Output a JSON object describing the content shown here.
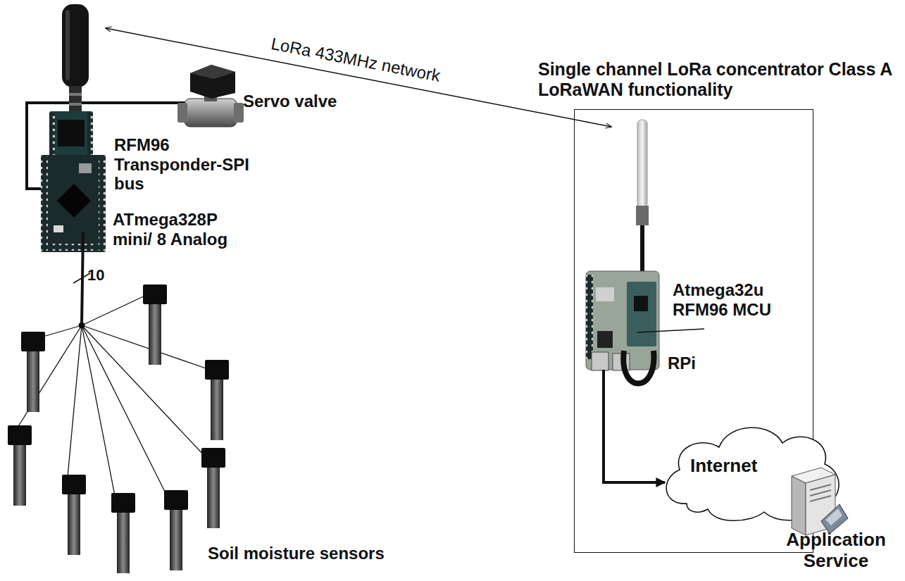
{
  "diagram": {
    "nodes": [
      {
        "text": [
          "Single channel LoRa concentrator Class A LoRaWAN functionality"
        ]
      },
      {
        "text": [
          "Internet"
        ]
      }
    ],
    "edges": [
      {
        "from": 0,
        "to": 1,
        "arrow": "to"
      }
    ],
    "labels": [
      "LoRa 433MHz network",
      "Servo valve",
      "RFM96 Transponder-SPI bus",
      "ATmega328P mini/ 8 Analog",
      "10",
      "Soil moisture sensors",
      "Atmega32u RFM96 MCU",
      "RPi",
      "Application Service"
    ]
  }
}
